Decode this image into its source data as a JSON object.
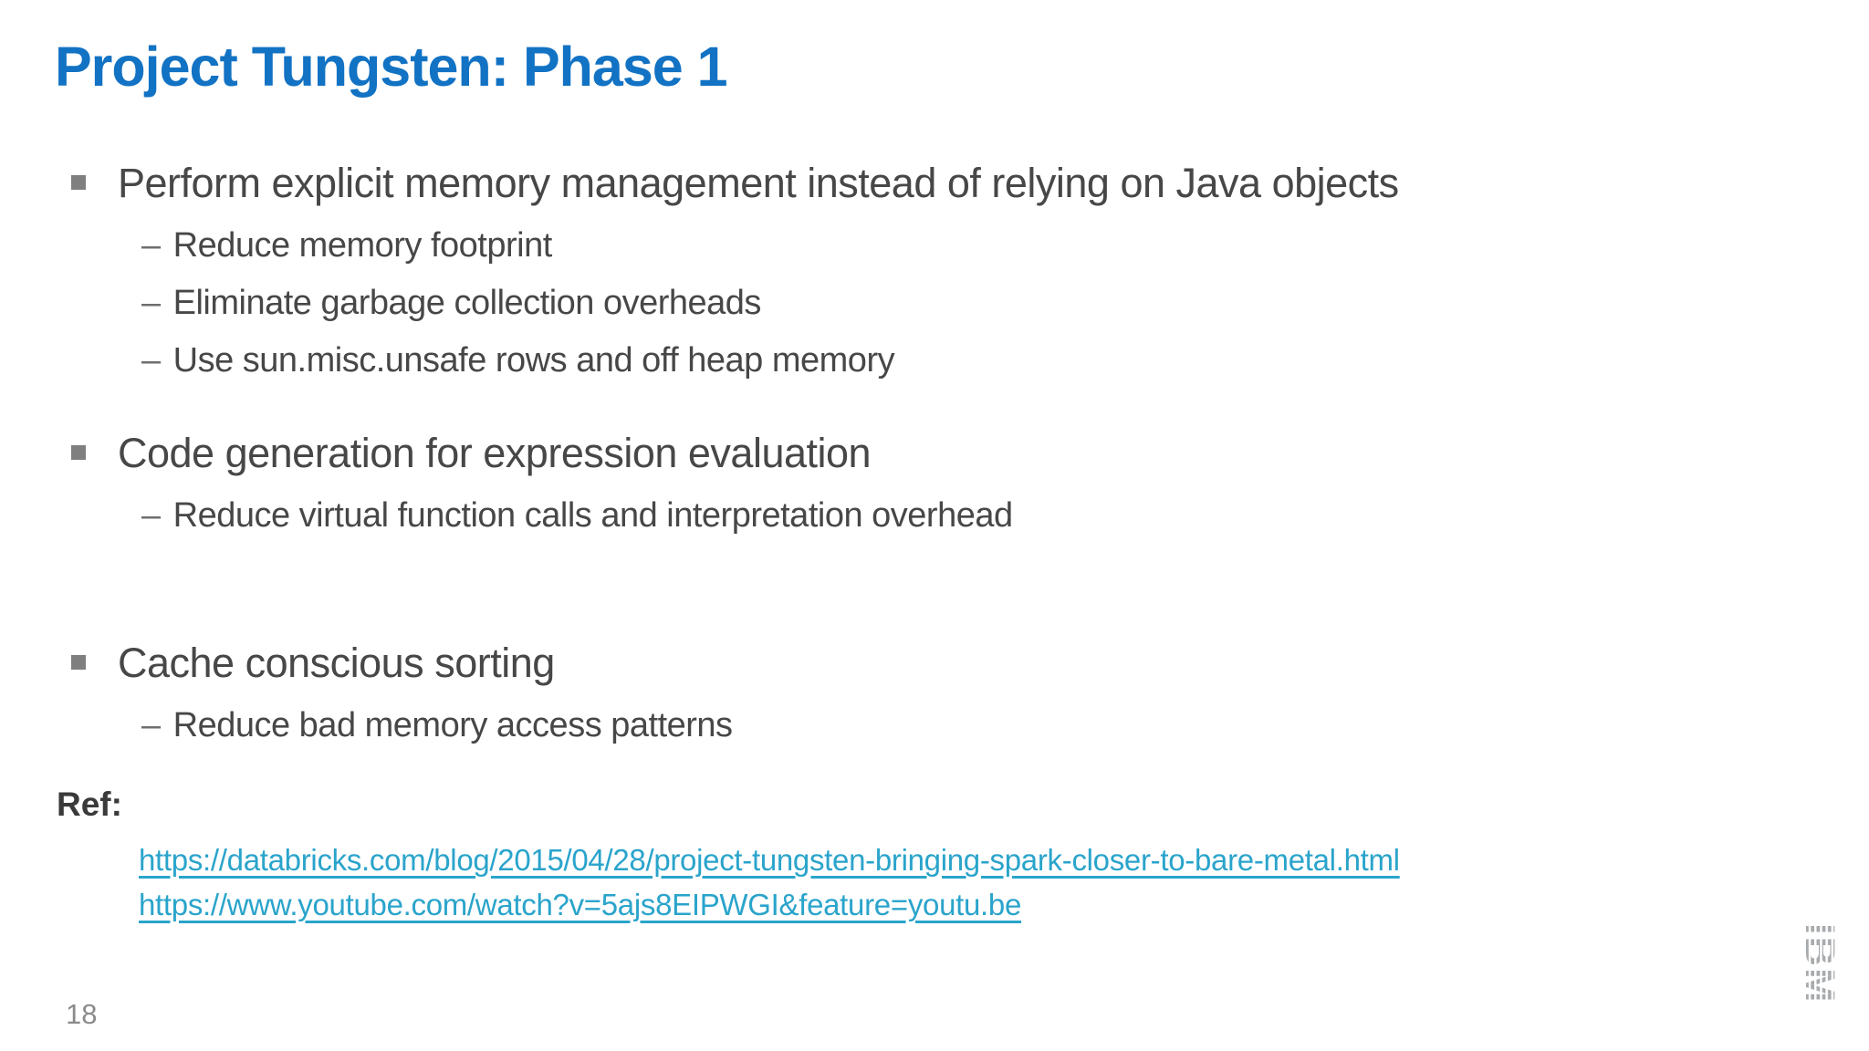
{
  "slide": {
    "title": "Project Tungsten: Phase 1",
    "markers": {
      "sub": "–"
    },
    "bullets": [
      {
        "text": "Perform explicit memory management instead of relying on Java objects",
        "subs": [
          "Reduce memory footprint",
          "Eliminate garbage collection overheads",
          "Use sun.misc.unsafe rows and off heap memory"
        ]
      },
      {
        "text": "Code generation for expression evaluation",
        "subs": [
          "Reduce virtual function calls and interpretation overhead"
        ]
      },
      {
        "text": "Cache conscious sorting",
        "subs": [
          "Reduce bad memory access patterns"
        ]
      }
    ],
    "ref_label": "Ref:",
    "links": [
      {
        "text": "https://databricks.com/blog/2015/04/28/project-tungsten-bringing-spark-closer-to-bare-metal.html"
      },
      {
        "text": "https://www.youtube.com/watch?v=5ajs8EIPWGI&feature=youtu.be"
      }
    ],
    "page_number": "18",
    "logo_text": "IBM",
    "colors": {
      "title": "#1272C3",
      "body": "#474747",
      "link": "#2AA4CB",
      "bullet_square": "#7F7F7F",
      "dash": "#6E6E6E",
      "page_number": "#8B8B8B",
      "logo": "#A8ABAE",
      "background": "#FFFFFF"
    }
  }
}
